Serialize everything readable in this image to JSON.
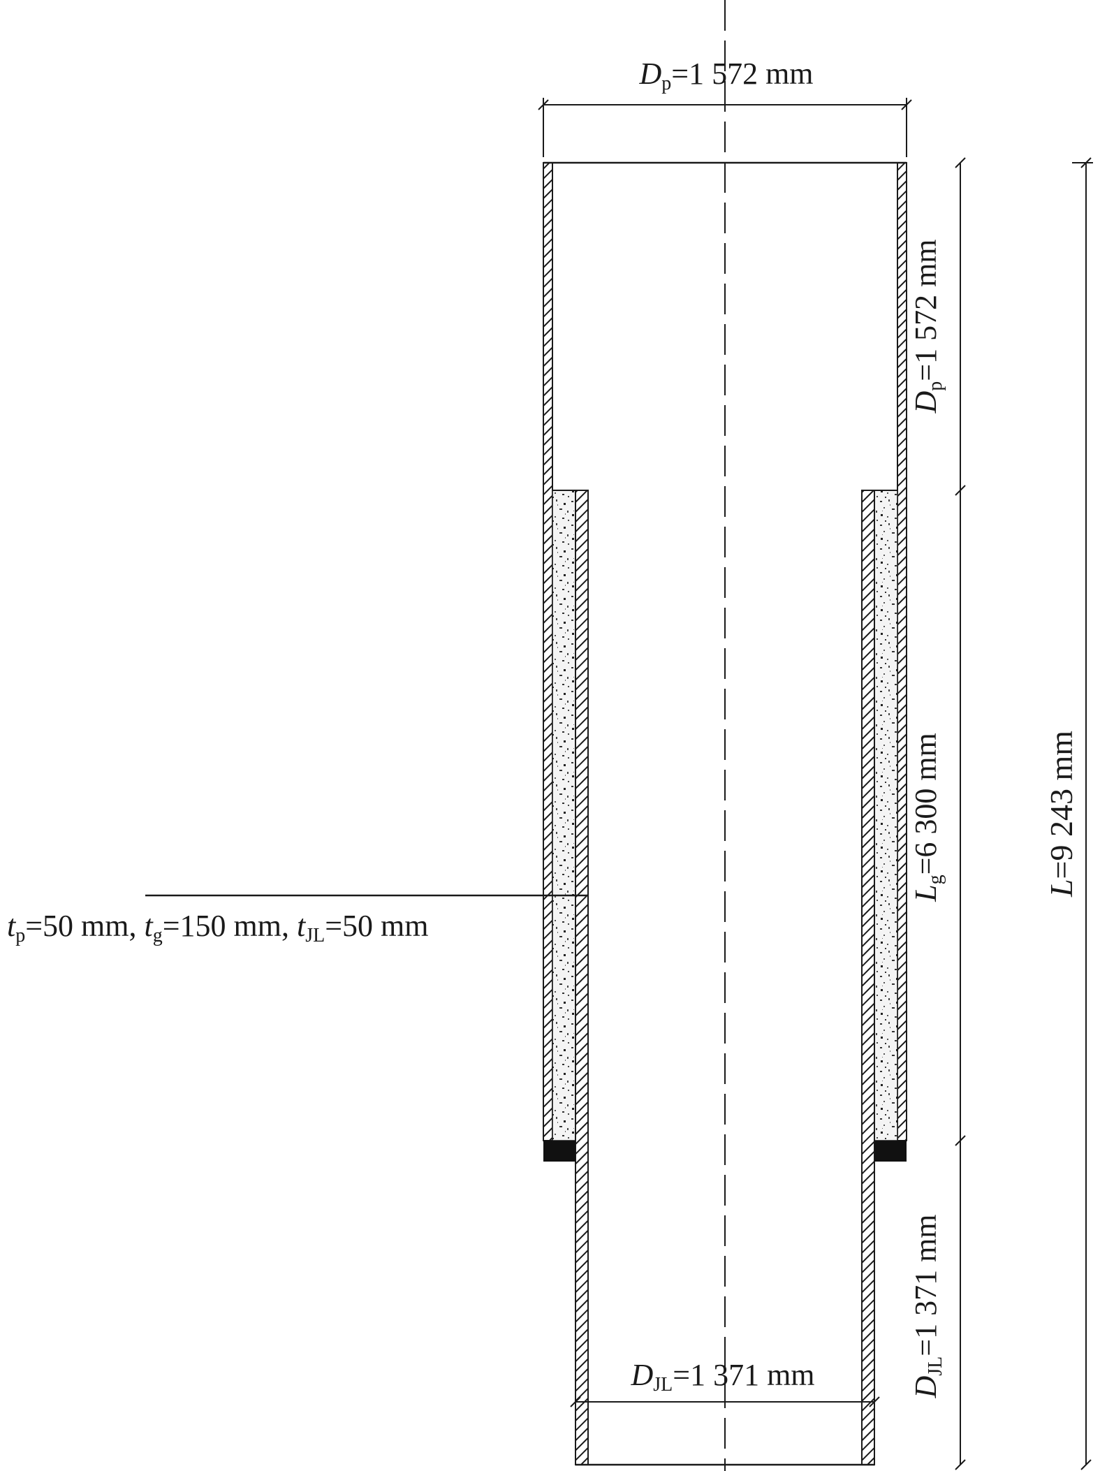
{
  "labels": {
    "top_diameter": {
      "var": "D",
      "sub": "p",
      "val": "=1 572 mm"
    },
    "upper_length": {
      "var": "D",
      "sub": "p",
      "val": "=1 572 mm"
    },
    "grout_length": {
      "var": "L",
      "sub": "g",
      "val": "=6 300 mm"
    },
    "total_length": {
      "var": "L",
      "val": "=9 243 mm"
    },
    "lower_length": {
      "var": "D",
      "sub": "JL",
      "val": "=1 371 mm"
    },
    "bottom_diameter": {
      "var": "D",
      "sub": "JL",
      "val": "=1 371 mm"
    },
    "thickness": {
      "t1_var": "t",
      "t1_sub": "p",
      "t1_val": "=50 mm, ",
      "t2_var": "t",
      "t2_sub": "g",
      "t2_val": "=150 mm, ",
      "t3_var": "t",
      "t3_sub": "JL",
      "t3_val": "=50 mm"
    }
  },
  "colors": {
    "line": "#1a1a1a",
    "plug": "#111111",
    "grout_bg": "#f4f4f4"
  }
}
